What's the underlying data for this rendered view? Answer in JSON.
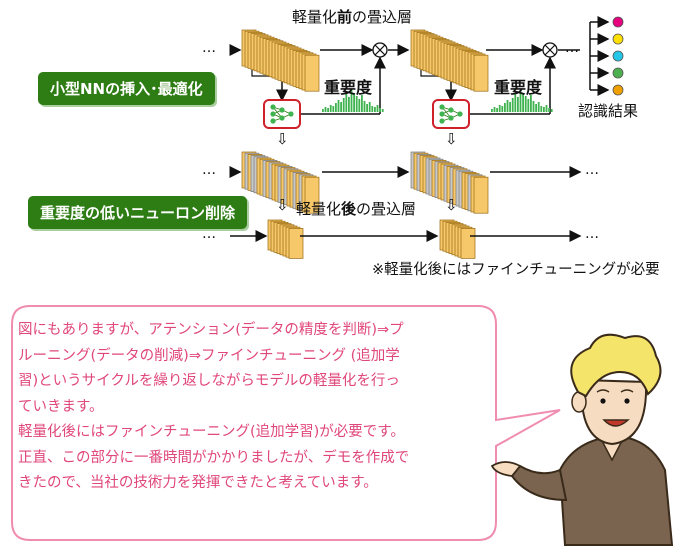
{
  "diagram": {
    "title_pre": "軽量化",
    "title_bold": "前",
    "title_post": "の畳込層",
    "importance_label_1": "重要度",
    "importance_label_2": "重要度",
    "result_label": "認識結果",
    "small_nn_label": "小型NNの挿入･最適化",
    "prune_label": "重要度の低いニューロン削除",
    "after_pre": "軽量化",
    "after_bold": "後",
    "after_post": "の畳込層",
    "note": "※軽量化後にはファインチューニングが必要",
    "ellipsis": "…",
    "down_arrow": "⇩",
    "mult_symbol": "⊗",
    "output_dot_colors": [
      "#e6007e",
      "#ffe000",
      "#26c6e8",
      "#4caf50",
      "#f0a000"
    ]
  },
  "bubble": {
    "lines": [
      "図にもありますが、アテンション(データの精度を判断)⇒プ",
      "ルーニング(データの削減)⇒ファインチューニング (追加学",
      "習)というサイクルを繰り返しながらモデルの軽量化を行っ",
      "ていきます。",
      "軽量化後にはファインチューニング(追加学習)が必要です。",
      "正直、この部分に一番時間がかかりましたが、デモを作成で",
      "きたので、当社の技術力を発揮できたと考えています。"
    ]
  },
  "colors": {
    "layer_fill": "#f7c86a",
    "layer_stroke": "#9a6a10",
    "pruned_fill": "#c8c8c8",
    "green": "#2e7d14",
    "histogram": "#3fb34f",
    "nn_border": "#d0202a",
    "bubble_border": "#f08cb0",
    "bubble_text": "#e0477b"
  }
}
